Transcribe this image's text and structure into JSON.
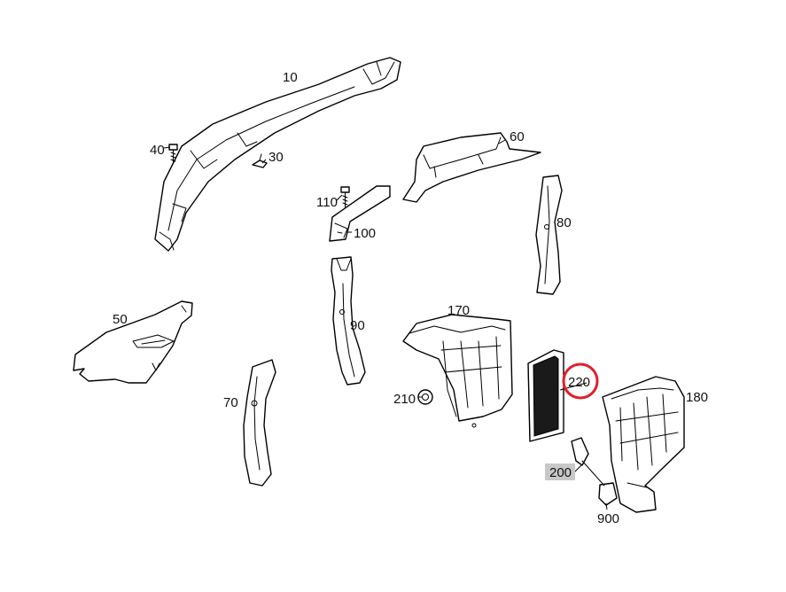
{
  "callouts": {
    "c10": "10",
    "c30": "30",
    "c40": "40",
    "c50": "50",
    "c60": "60",
    "c70": "70",
    "c80": "80",
    "c90": "90",
    "c100": "100",
    "c110": "110",
    "c170": "170",
    "c180": "180",
    "c200": "200",
    "c210": "210",
    "c220": "220",
    "c900": "900"
  },
  "highlight": {
    "ring_color": "#e0202a",
    "box_color": "#c8c8c8",
    "circled_part": "220",
    "boxed_part": "200"
  }
}
